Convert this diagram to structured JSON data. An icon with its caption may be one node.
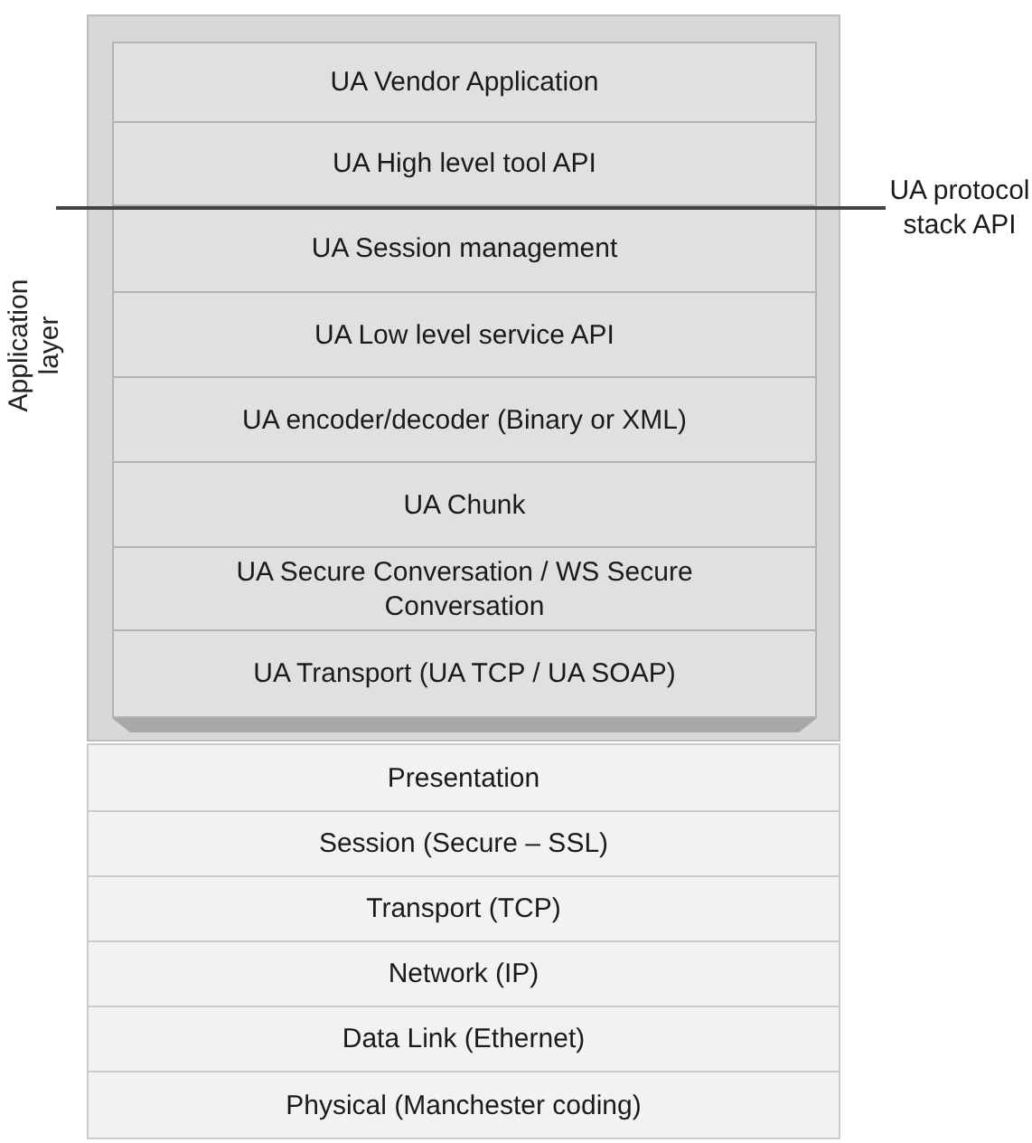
{
  "diagram": {
    "nodes": [
      {
        "text": [
          "Application layer"
        ]
      },
      {
        "text": [
          "UA Vendor Application"
        ],
        "in": 0
      },
      {
        "text": [
          "UA High level tool API"
        ],
        "in": 0
      },
      {
        "text": [
          "UA Session management"
        ],
        "in": 0
      },
      {
        "text": [
          "UA Low level service API"
        ],
        "in": 0
      },
      {
        "text": [
          "UA encoder/decoder (Binary or XML)"
        ],
        "in": 0
      },
      {
        "text": [
          "UA Chunk"
        ],
        "in": 0
      },
      {
        "text": [
          "UA Secure Conversation / WS Secure Conversation"
        ],
        "in": 0
      },
      {
        "text": [
          "UA Transport (UA TCP / UA SOAP)"
        ],
        "in": 0
      },
      {
        "text": [
          "Presentation"
        ]
      },
      {
        "text": [
          "Session (Secure – SSL)"
        ]
      },
      {
        "text": [
          "Transport (TCP)"
        ]
      },
      {
        "text": [
          "Network (IP)"
        ]
      },
      {
        "text": [
          "Data Link (Ethernet)"
        ]
      },
      {
        "text": [
          "Physical (Manchester coding)"
        ]
      }
    ],
    "labels": [
      "UA protocol stack API"
    ]
  }
}
